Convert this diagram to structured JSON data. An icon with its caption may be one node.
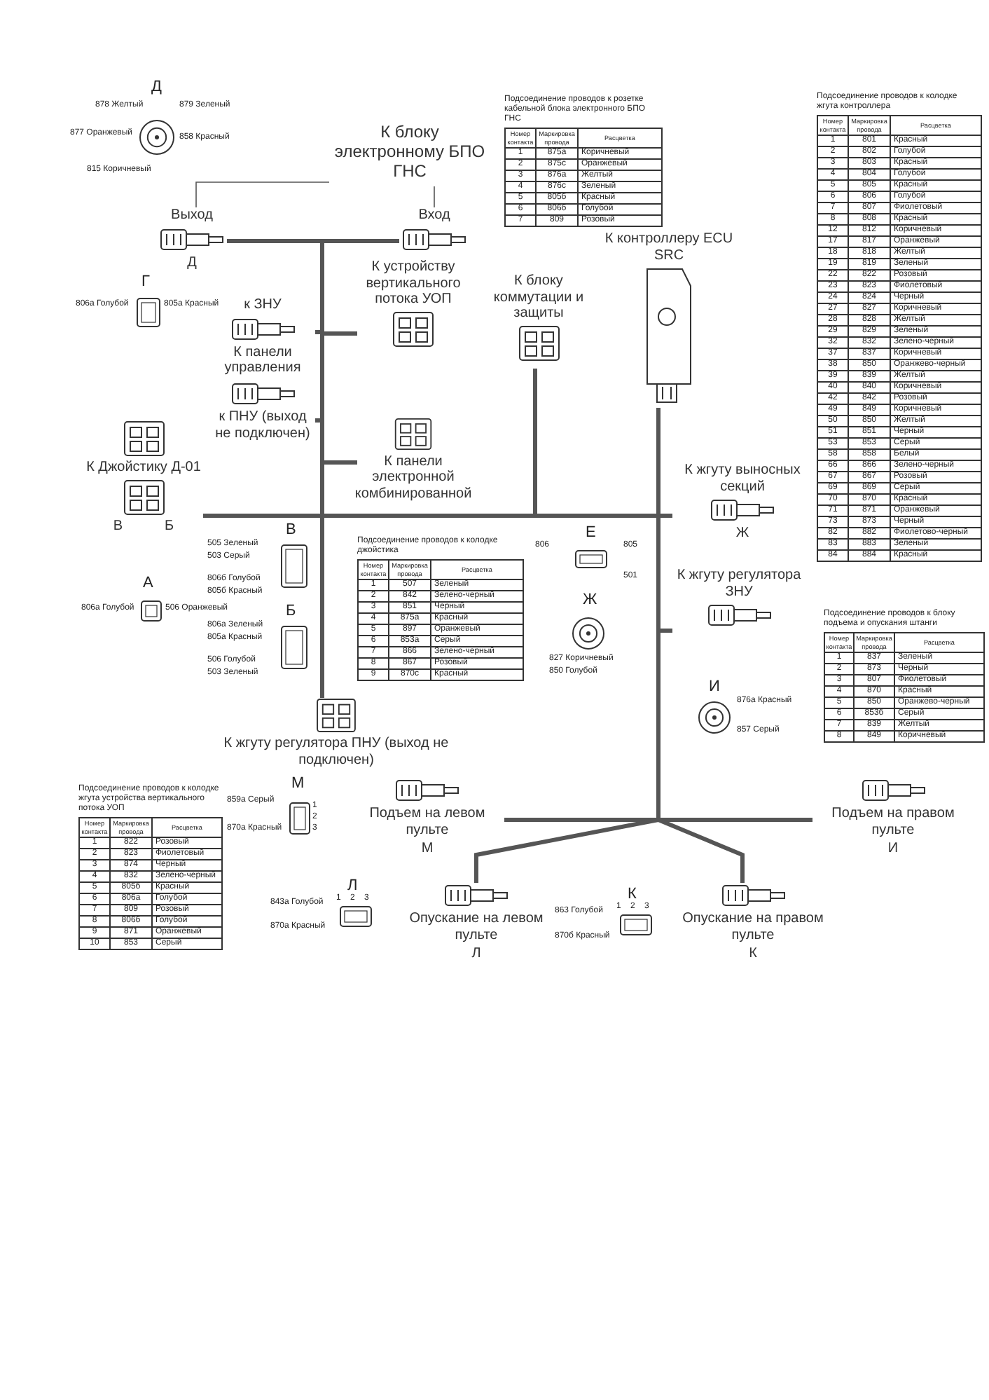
{
  "diagram": {
    "nodes": [
      {
        "text": [
          "Выход"
        ],
        "beside": [
          "Д"
        ]
      },
      {
        "text": [
          "Вход"
        ]
      },
      {
        "text": [
          "К блоку электронному БПО ГНС"
        ]
      },
      {
        "text": [
          "К устройству вертикального потока УОП"
        ]
      },
      {
        "text": [
          "к ЗНУ"
        ],
        "beside": [
          "К панели управления"
        ]
      },
      {
        "text": [
          "к ПНУ (выход не подключен)"
        ]
      },
      {
        "text": [
          "К панели электронной комбинированной"
        ]
      },
      {
        "text": [
          "К блоку коммутации и защиты"
        ]
      },
      {
        "text": [
          "К контроллеру ECU SRC"
        ]
      },
      {
        "text": [
          "К жгуту выносных секций"
        ],
        "beside": [
          "Ж"
        ]
      },
      {
        "text": [
          "К жгуту регулятора ЗНУ"
        ]
      },
      {
        "text": [
          "К жгуту регулятора ПНУ (выход не подключен)"
        ]
      },
      {
        "text": [
          "К Джойстику Д-01"
        ],
        "beside": [
          "В",
          "Б"
        ]
      },
      {
        "text": [
          "Подъем на левом пульте"
        ],
        "beside": [
          "М"
        ]
      },
      {
        "text": [
          "Опускание на левом пульте"
        ],
        "beside": [
          "Л"
        ]
      },
      {
        "text": [
          "Подъем на правом пульте"
        ],
        "beside": [
          "И"
        ]
      },
      {
        "text": [
          "Опускание на правом пульте"
        ],
        "beside": [
          "К"
        ]
      }
    ],
    "edges": [
      {
        "from": 2,
        "to": 0,
        "arrow": "none"
      },
      {
        "from": 2,
        "to": 1,
        "arrow": "none"
      },
      {
        "from": 8,
        "to": 0,
        "arrow": "none"
      },
      {
        "from": 8,
        "to": 1,
        "arrow": "none"
      },
      {
        "from": 8,
        "to": 3,
        "arrow": "none"
      },
      {
        "from": 8,
        "to": 4,
        "arrow": "none"
      },
      {
        "from": 8,
        "to": 5,
        "arrow": "none"
      },
      {
        "from": 8,
        "to": 6,
        "arrow": "none"
      },
      {
        "from": 8,
        "to": 7,
        "arrow": "none"
      },
      {
        "from": 8,
        "to": 9,
        "arrow": "none"
      },
      {
        "from": 8,
        "to": 10,
        "arrow": "none"
      },
      {
        "from": 8,
        "to": 11,
        "arrow": "none"
      },
      {
        "from": 8,
        "to": 12,
        "arrow": "none"
      },
      {
        "from": 8,
        "to": 13,
        "arrow": "none"
      },
      {
        "from": 8,
        "to": 14,
        "arrow": "none"
      },
      {
        "from": 8,
        "to": 15,
        "arrow": "none"
      },
      {
        "from": 8,
        "to": 16,
        "arrow": "none"
      }
    ],
    "labels": [
      "Подсоединение проводов к розетке кабельной блока электронного БПО ГНС",
      "Номер контакта",
      "Маркировка провода",
      "Расцветка",
      "1",
      "875а",
      "Коричневый",
      "2",
      "875с",
      "Оранжевый",
      "3",
      "876а",
      "Желтый",
      "4",
      "876с",
      "Зеленый",
      "5",
      "805б",
      "Красный",
      "6",
      "806б",
      "Голубой",
      "7",
      "809",
      "Розовый",
      "Подсоединение проводов к колодке жгута контроллера",
      "Номер контакта",
      "Маркировка провода",
      "Расцветка",
      "1",
      "801",
      "Красный",
      "2",
      "802",
      "Голубой",
      "3",
      "803",
      "Красный",
      "4",
      "804",
      "Голубой",
      "5",
      "805",
      "Красный",
      "6",
      "806",
      "Голубой",
      "7",
      "807",
      "Фиолетовый",
      "8",
      "808",
      "Красный",
      "12",
      "812",
      "Коричневый",
      "17",
      "817",
      "Оранжевый",
      "18",
      "818",
      "Желтый",
      "19",
      "819",
      "Зеленый",
      "22",
      "822",
      "Розовый",
      "23",
      "823",
      "Фиолетовый",
      "24",
      "824",
      "Черный",
      "27",
      "827",
      "Коричневый",
      "28",
      "828",
      "Желтый",
      "29",
      "829",
      "Зеленый",
      "32",
      "832",
      "Зелено-черный",
      "37",
      "837",
      "Коричневый",
      "38",
      "850",
      "Оранжево-черный",
      "39",
      "839",
      "Желтый",
      "40",
      "840",
      "Коричневый",
      "42",
      "842",
      "Розовый",
      "49",
      "849",
      "Коричневый",
      "50",
      "850",
      "Желтый",
      "51",
      "851",
      "Черный",
      "53",
      "853",
      "Серый",
      "58",
      "858",
      "Белый",
      "66",
      "866",
      "Зелено-черный",
      "67",
      "867",
      "Розовый",
      "69",
      "869",
      "Серый",
      "70",
      "870",
      "Красный",
      "71",
      "871",
      "Оранжевый",
      "73",
      "873",
      "Черный",
      "82",
      "882",
      "Фиолетово-черный",
      "83",
      "883",
      "Зеленый",
      "84",
      "884",
      "Красный",
      "Подсоединение проводов к колодке джойстика",
      "Номер контакта",
      "Маркировка провода",
      "Расцветка",
      "1",
      "507",
      "Зеленый",
      "2",
      "842",
      "Зелено-черный",
      "3",
      "851",
      "Черный",
      "4",
      "875а",
      "Красный",
      "5",
      "897",
      "Оранжевый",
      "6",
      "853а",
      "Серый",
      "7",
      "866",
      "Зелено-черный",
      "8",
      "867",
      "Розовый",
      "9",
      "870с",
      "Красный",
      "Подсоединение проводов к колодке жгута устройства вертикального потока УОП",
      "Номер контакта",
      "Маркировка провода",
      "Расцветка",
      "1",
      "822",
      "Розовый",
      "2",
      "823",
      "Фиолетовый",
      "3",
      "874",
      "Черный",
      "4",
      "832",
      "Зелено-черный",
      "5",
      "805б",
      "Красный",
      "6",
      "806а",
      "Голубой",
      "7",
      "809",
      "Розовый",
      "8",
      "806б",
      "Голубой",
      "9",
      "871",
      "Оранжевый",
      "10",
      "853",
      "Серый",
      "Подсоединение проводов к блоку подъема и опускания штанги",
      "Номер контакта",
      "Маркировка провода",
      "Расцветка",
      "1",
      "837",
      "Зеленый",
      "2",
      "873",
      "Черный",
      "3",
      "807",
      "Фиолетовый",
      "4",
      "870",
      "Красный",
      "5",
      "850",
      "Оранжево-черный",
      "6",
      "853б",
      "Серый",
      "7",
      "839",
      "Желтый",
      "8",
      "849",
      "Коричневый",
      "Д",
      "878 Желтый",
      "879 Зеленый",
      "877 Оранжевый",
      "858 Красный",
      "815 Коричневый",
      "Г",
      "806а Голубой",
      "805а Красный",
      "В",
      "505 Зеленый",
      "503 Серый",
      "806б Голубой",
      "805б Красный",
      "Б",
      "806а Зеленый",
      "805а Красный",
      "506 Голубой",
      "503 Зеленый",
      "А",
      "806а Голубой",
      "506 Оранжевый",
      "Е",
      "806",
      "805",
      "501",
      "Ж",
      "827 Коричневый",
      "850 Голубой",
      "И",
      "876а Красный",
      "857 Серый",
      "М",
      "859а Серый",
      "870а Красный",
      "1",
      "2",
      "3",
      "Л",
      "1",
      "2",
      "3",
      "843а Голубой",
      "870а Красный",
      "К",
      "1",
      "2",
      "3",
      "863 Голубой",
      "870б Красный"
    ]
  }
}
